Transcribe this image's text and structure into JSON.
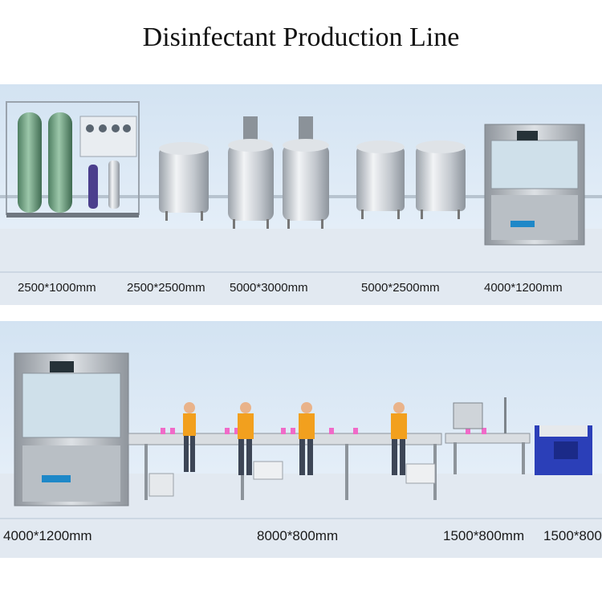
{
  "title": "Disinfectant Production Line",
  "row1": {
    "dimensions": [
      "2500*1000mm",
      "2500*2500mm",
      "5000*3000mm",
      "5000*2500mm",
      "4000*1200mm"
    ]
  },
  "row2": {
    "dimensions": [
      "4000*1200mm",
      "8000*800mm",
      "1500*800mm",
      "1500*800"
    ]
  },
  "colors": {
    "wall": "#d6e5f3",
    "floor": "#e2e9f1",
    "steel": "#c8ccd1",
    "worker_shirt": "#f2a01e",
    "worker_pants": "#3d4656",
    "strapping_machine": "#2b3fb8",
    "product_bottle": "#f06ac8"
  }
}
